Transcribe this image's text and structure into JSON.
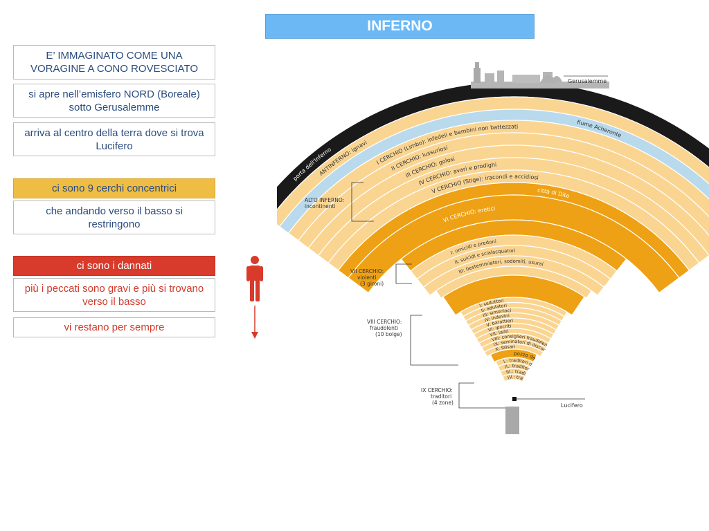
{
  "title": "INFERNO",
  "boxes": {
    "b1": "E’ IMMAGINATO COME UNA VORAGINE A CONO ROVESCIATO",
    "b2": "si apre nell’emisfero NORD (Boreale) sotto Gerusalemme",
    "b3": "arriva al centro della terra dove si trova Lucifero",
    "b4": "ci sono 9 cerchi concentrici",
    "b5": "che andando verso il basso si restringono",
    "b6": "ci sono i dannati",
    "b7": "più i peccati sono gravi e più si trovano verso il basso",
    "b8": "vi restano per sempre"
  },
  "icons": {
    "person": "person-icon",
    "arrow": "arrow-down-icon"
  },
  "colors": {
    "title": "#6cb8f5",
    "yellow": "#efbd43",
    "red": "#d83a2b",
    "ring_light": "#fad592",
    "ring_dark": "#eea114",
    "river": "#b9d9ec",
    "gate": "#1a1a1a"
  },
  "diagram": {
    "jerusalem": "Gerusalemme",
    "lucifer": "Lucifero",
    "gate": "porta dell'Inferno",
    "antinferno": "ANTINFERNO: ignavi",
    "acheron": "fiume Acheronte",
    "c1": "I CERCHIO (Limbo): infedeli e bambini non battezzati",
    "c2": "II CERCHIO: lussuriosi",
    "c3": "III CERCHIO: golosi",
    "c4": "IV CERCHIO: avari e prodighi",
    "c5": "V CERCHIO (Stige): iracondi e accidiosi",
    "dite": "città di Dite",
    "c6": "VI CERCHIO: eretici",
    "c7_1": "I: omicidi e predoni",
    "c7_2": "II: suicidi e scialacquatori",
    "c7_3": "III: bestemmiatori, sodomiti, usurai",
    "c8_1": "I: seduttori",
    "c8_2": "II: adulatori",
    "c8_3": "III: simoniaci",
    "c8_4": "IV: indovini",
    "c8_5": "V: barattieri",
    "c8_6": "VI: ipocriti",
    "c8_7": "VII: ladri",
    "c8_8": "VIII: consiglieri fraudolenti",
    "c8_9": "IX: seminatori di discordia",
    "c8_10": "X: falsari",
    "giants": "pozzo dei giganti",
    "c9_1": "I.: traditori dei parenti",
    "c9_2": "II.: traditori della patria",
    "c9_3": "III.: traditori degli ospiti",
    "c9_4": "IV.: traditori dei benefattori",
    "label_alto_1": "ALTO INFERNO:",
    "label_alto_2": "incontinenti",
    "label_7_1": "VII CERCHIO:",
    "label_7_2": "violenti",
    "label_7_3": "(3 gironi)",
    "label_8_1": "VIII CERCHIO:",
    "label_8_2": "fraudolenti",
    "label_8_3": "(10 bolge)",
    "label_9_1": "IX CERCHIO:",
    "label_9_2": "traditori",
    "label_9_3": "(4 zone)"
  }
}
